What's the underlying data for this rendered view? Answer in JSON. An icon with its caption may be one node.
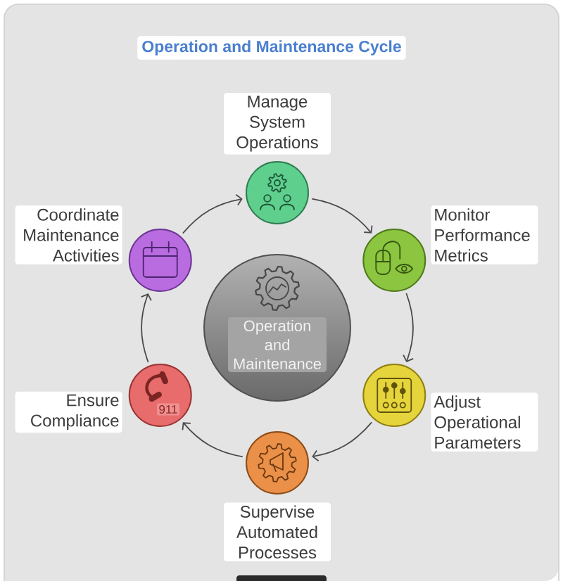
{
  "diagram": {
    "title": "Operation and Maintenance Cycle",
    "nodes": [
      {
        "text": [
          "Operation and Maintenance"
        ]
      },
      {
        "text": [
          "Manage System Operations"
        ]
      },
      {
        "text": [
          "Monitor Performance Metrics"
        ]
      },
      {
        "text": [
          "Adjust Operational Parameters"
        ]
      },
      {
        "text": [
          "Supervise Automated Processes"
        ]
      },
      {
        "text": [
          "Ensure Compliance"
        ]
      },
      {
        "text": [
          "Coordinate Maintenance Activities"
        ]
      }
    ],
    "edges": [
      {
        "from": 1,
        "to": 2,
        "arrow": "to"
      },
      {
        "from": 2,
        "to": 3,
        "arrow": "to"
      },
      {
        "from": 3,
        "to": 4,
        "arrow": "to"
      },
      {
        "from": 4,
        "to": 5,
        "arrow": "to"
      },
      {
        "from": 5,
        "to": 6,
        "arrow": "to"
      },
      {
        "from": 6,
        "to": 1,
        "arrow": "to"
      }
    ],
    "labels": [
      "911"
    ]
  }
}
